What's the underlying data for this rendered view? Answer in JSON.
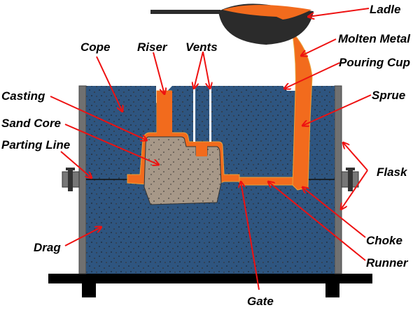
{
  "title": "Sand Casting Mold Diagram",
  "colors": {
    "sand": "#2e5580",
    "metal": "#f26b1d",
    "core": "#a79888",
    "flask": "#707070",
    "base": "#000000",
    "ladle": "#2b2b2b",
    "arrow": "#ee1111"
  },
  "labels": {
    "ladle": "Ladle",
    "molten_metal": "Molten Metal",
    "pouring_cup": "Pouring Cup",
    "sprue": "Sprue",
    "flask": "Flask",
    "choke": "Choke",
    "runner": "Runner",
    "gate": "Gate",
    "cope": "Cope",
    "riser": "Riser",
    "vents": "Vents",
    "casting": "Casting",
    "sand_core": "Sand Core",
    "parting_line": "Parting Line",
    "drag": "Drag"
  }
}
